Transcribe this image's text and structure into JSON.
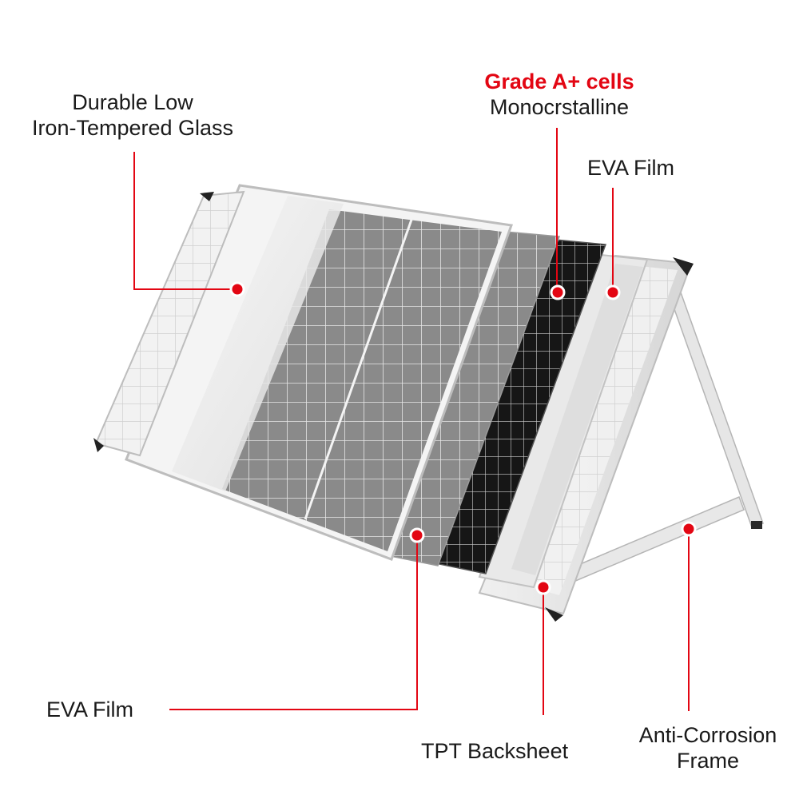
{
  "labels": {
    "glass": {
      "line1": "Durable Low",
      "line2": "Iron-Tempered Glass"
    },
    "cells": {
      "grade": "Grade A+ cells",
      "type": "Monocrstalline"
    },
    "eva_top": "EVA Film",
    "eva_bottom": "EVA Film",
    "backsheet": "TPT Backsheet",
    "frame": {
      "line1": "Anti-Corrosion",
      "line2": "Frame"
    }
  },
  "colors": {
    "callout": "#e30613",
    "text": "#1a1a1a",
    "accent_text": "#e30613",
    "frame": "#d9d9d9",
    "cells_dark": "#1e1e1e",
    "cells_grey": "#7a7a7a"
  }
}
